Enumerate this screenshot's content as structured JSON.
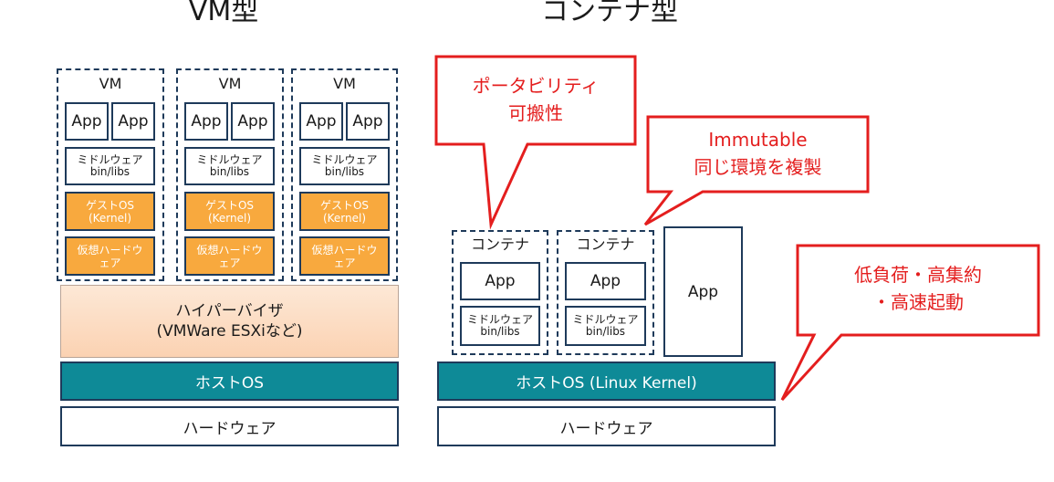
{
  "titles": {
    "vm": "VM型",
    "container": "コンテナ型"
  },
  "vm_columns": [
    {
      "label": "VM",
      "apps": [
        "App",
        "App"
      ],
      "middleware": "ミドルウェア\nbin/libs",
      "guest_os": "ゲストOS\n(Kernel)",
      "virtual_hw": "仮想ハードウ\nェア"
    },
    {
      "label": "VM",
      "apps": [
        "App",
        "App"
      ],
      "middleware": "ミドルウェア\nbin/libs",
      "guest_os": "ゲストOS\n(Kernel)",
      "virtual_hw": "仮想ハードウ\nェア"
    },
    {
      "label": "VM",
      "apps": [
        "App",
        "App"
      ],
      "middleware": "ミドルウェア\nbin/libs",
      "guest_os": "ゲストOS\n(Kernel)",
      "virtual_hw": "仮想ハードウ\nェア"
    }
  ],
  "vm_stack": {
    "hypervisor": "ハイパーバイザ\n(VMWare ESXiなど)",
    "host_os": "ホストOS",
    "hardware": "ハードウェア"
  },
  "containers": [
    {
      "label": "コンテナ",
      "app": "App",
      "middleware": "ミドルウェア\nbin/libs"
    },
    {
      "label": "コンテナ",
      "app": "App",
      "middleware": "ミドルウェア\nbin/libs"
    }
  ],
  "container_stack": {
    "bare_app": "App",
    "host_os": "ホストOS (Linux Kernel)",
    "hardware": "ハードウェア"
  },
  "callouts": [
    {
      "text": "ポータビリティ\n可搬性"
    },
    {
      "text": "Immutable\n同じ環境を複製"
    },
    {
      "text": "低負荷・高集約\n・高速起動"
    }
  ],
  "colors": {
    "callout": "#e41e1e",
    "host_os": "#0e8a97",
    "guest_os": "#f8a93e",
    "border": "#1e3a5a"
  }
}
